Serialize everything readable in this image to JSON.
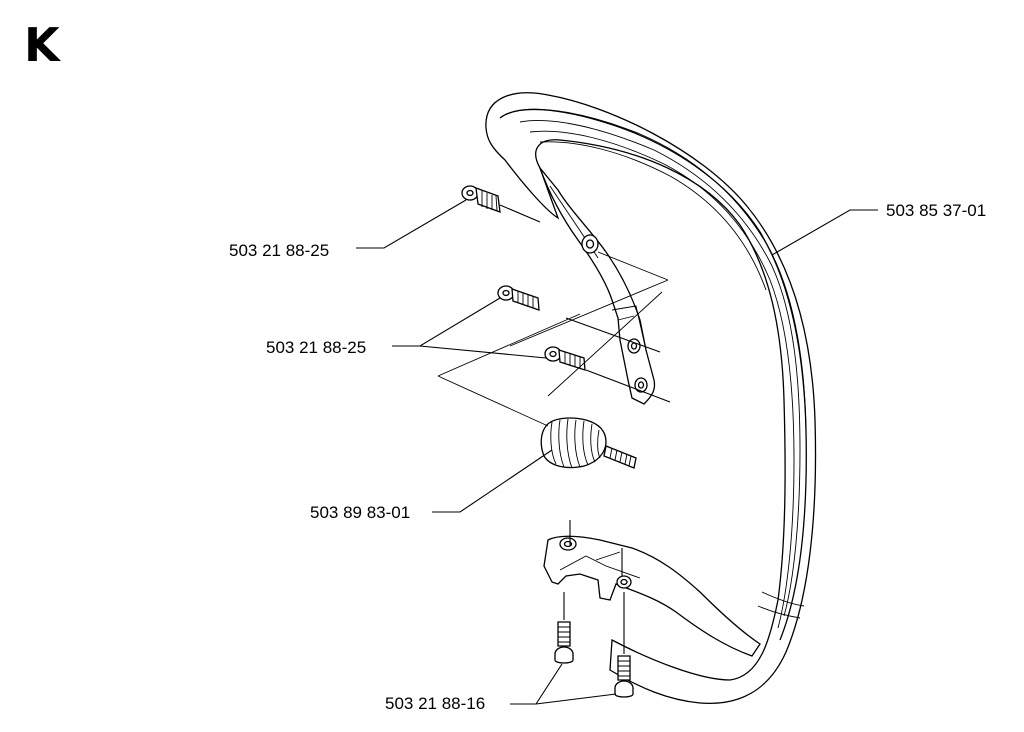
{
  "section_letter": "K",
  "parts": [
    {
      "id": "handlebar",
      "number": "503 85 37-01"
    },
    {
      "id": "screw-top",
      "number": "503 21 88-25"
    },
    {
      "id": "screws-middle",
      "number": "503 21 88-25"
    },
    {
      "id": "vibration-spring",
      "number": "503 89 83-01"
    },
    {
      "id": "screws-bottom",
      "number": "503 21 88-16"
    }
  ]
}
